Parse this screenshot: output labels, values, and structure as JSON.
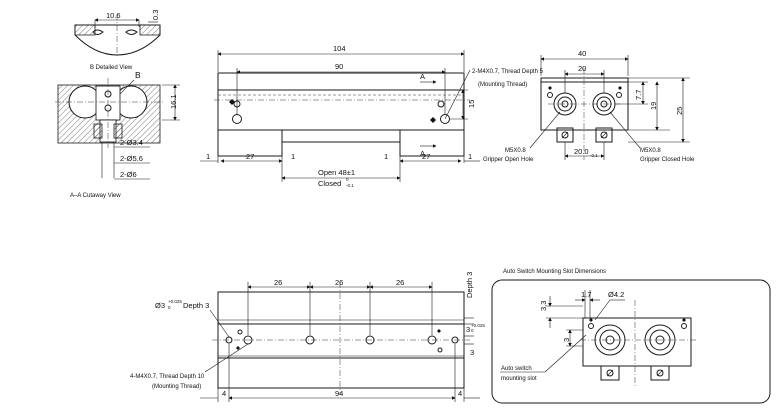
{
  "b_detail": {
    "dim_top": "10.6",
    "dim_side": "0.3",
    "caption": "B Detailed View"
  },
  "aa_view": {
    "label_b": "B",
    "dim_16": "16.1",
    "d1": "2-Ø3.4",
    "d2": "2-Ø5.6",
    "d3": "2-Ø6",
    "caption": "A–A Cutaway View"
  },
  "front": {
    "dim_104": "104",
    "dim_90": "90",
    "dim_15": "15",
    "dim_27a": "27",
    "dim_27b": "27",
    "dim_1a": "1",
    "dim_1b": "1",
    "dim_1c": "1",
    "dim_1d": "1",
    "sec_a_top": "A",
    "sec_a_bot": "A",
    "thread_note": "2-M4X0.7, Thread Depth 5",
    "thread_sub": "(Mounting Thread)",
    "open_label": "Open 48±1",
    "closed_label": "Closed",
    "closed_sup_top": "0",
    "closed_sup_bot": "-0.1"
  },
  "side": {
    "dim_40": "40",
    "dim_20": "20",
    "dim_7_7": "7.7",
    "dim_19": "19",
    "dim_25": "25",
    "dim_20_bot": "20.0",
    "dim_20_sub": "-0.1",
    "m5_left": "M5X0.8",
    "m5_left_sub": "Gripper Open Hole",
    "m5_right": "M5X0.8",
    "m5_right_sub": "Gripper Closed Hole"
  },
  "bottom": {
    "dim_26a": "26",
    "dim_26b": "26",
    "dim_26c": "26",
    "dim_4a": "4",
    "dim_94": "94",
    "dim_4b": "4",
    "pin_left": "Ø3",
    "pin_left_sup_top": "+0.025",
    "pin_left_sup_bot": "0",
    "pin_left_depth": "Depth 3",
    "pin_right_top": "3",
    "pin_right_sup_top": "+0.025",
    "pin_right_sup_bot": "0",
    "pin_right_depth": "Depth 3",
    "slot_right": "3",
    "thread_note": "4-M4X0.7, Thread Depth 10",
    "thread_sub": "(Mounting Thread)"
  },
  "auto_switch": {
    "title": "Auto Switch Mounting Slot Dimensions",
    "dim_3_3": "3.3",
    "dim_1_7": "1.7",
    "dim_d4_2": "Ø4.2",
    "dim_3": "3",
    "label_1": "Auto switch",
    "label_2": "mounting slot"
  }
}
